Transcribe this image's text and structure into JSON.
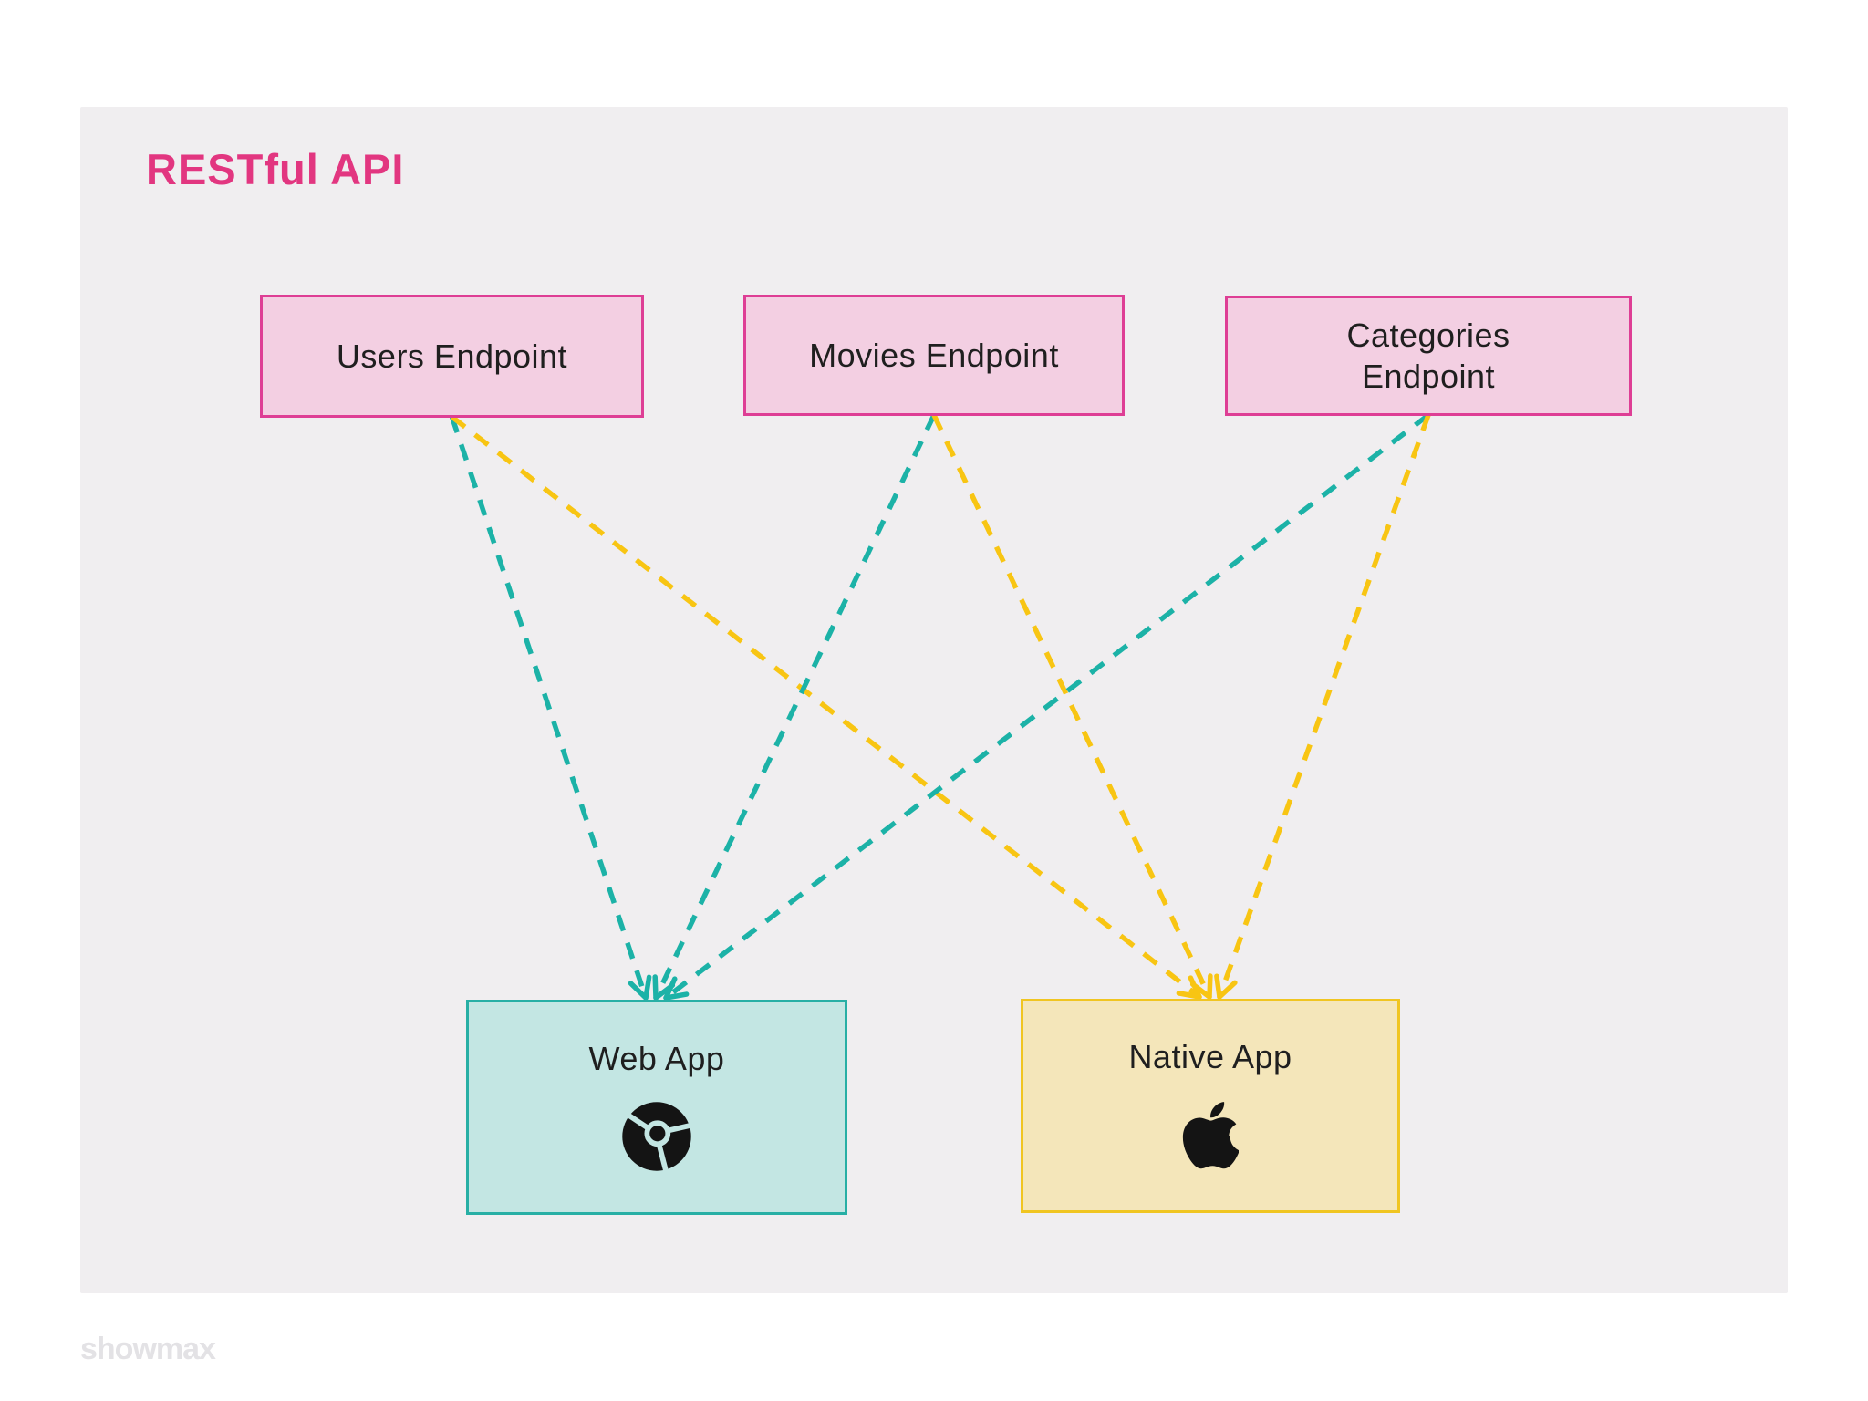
{
  "title": "RESTful API",
  "endpoints": [
    {
      "id": "users-endpoint",
      "label": "Users Endpoint"
    },
    {
      "id": "movies-endpoint",
      "label": "Movies Endpoint"
    },
    {
      "id": "categories-endpoint",
      "label": "Categories Endpoint"
    }
  ],
  "apps": [
    {
      "id": "web-app",
      "label": "Web App",
      "icon": "chrome-icon"
    },
    {
      "id": "native-app",
      "label": "Native App",
      "icon": "apple-icon"
    }
  ],
  "connections": [
    {
      "from": "users-endpoint",
      "to": "web-app",
      "color": "#1CB2A7"
    },
    {
      "from": "users-endpoint",
      "to": "native-app",
      "color": "#F8C513"
    },
    {
      "from": "movies-endpoint",
      "to": "web-app",
      "color": "#1CB2A7"
    },
    {
      "from": "movies-endpoint",
      "to": "native-app",
      "color": "#F8C513"
    },
    {
      "from": "categories-endpoint",
      "to": "web-app",
      "color": "#1CB2A7"
    },
    {
      "from": "categories-endpoint",
      "to": "native-app",
      "color": "#F8C513"
    }
  ],
  "colors": {
    "title_pink": "#E23680",
    "panel_bg": "#F0EEF0",
    "endpoint_fill": "#F3CFE2",
    "endpoint_border": "#DE3E95",
    "web_app_fill": "#C3E6E3",
    "web_app_border": "#27AFA5",
    "native_app_fill": "#F4E6BA",
    "native_app_border": "#F0C521",
    "teal_line": "#1CB2A7",
    "yellow_line": "#F8C513"
  },
  "watermark": "showmax"
}
